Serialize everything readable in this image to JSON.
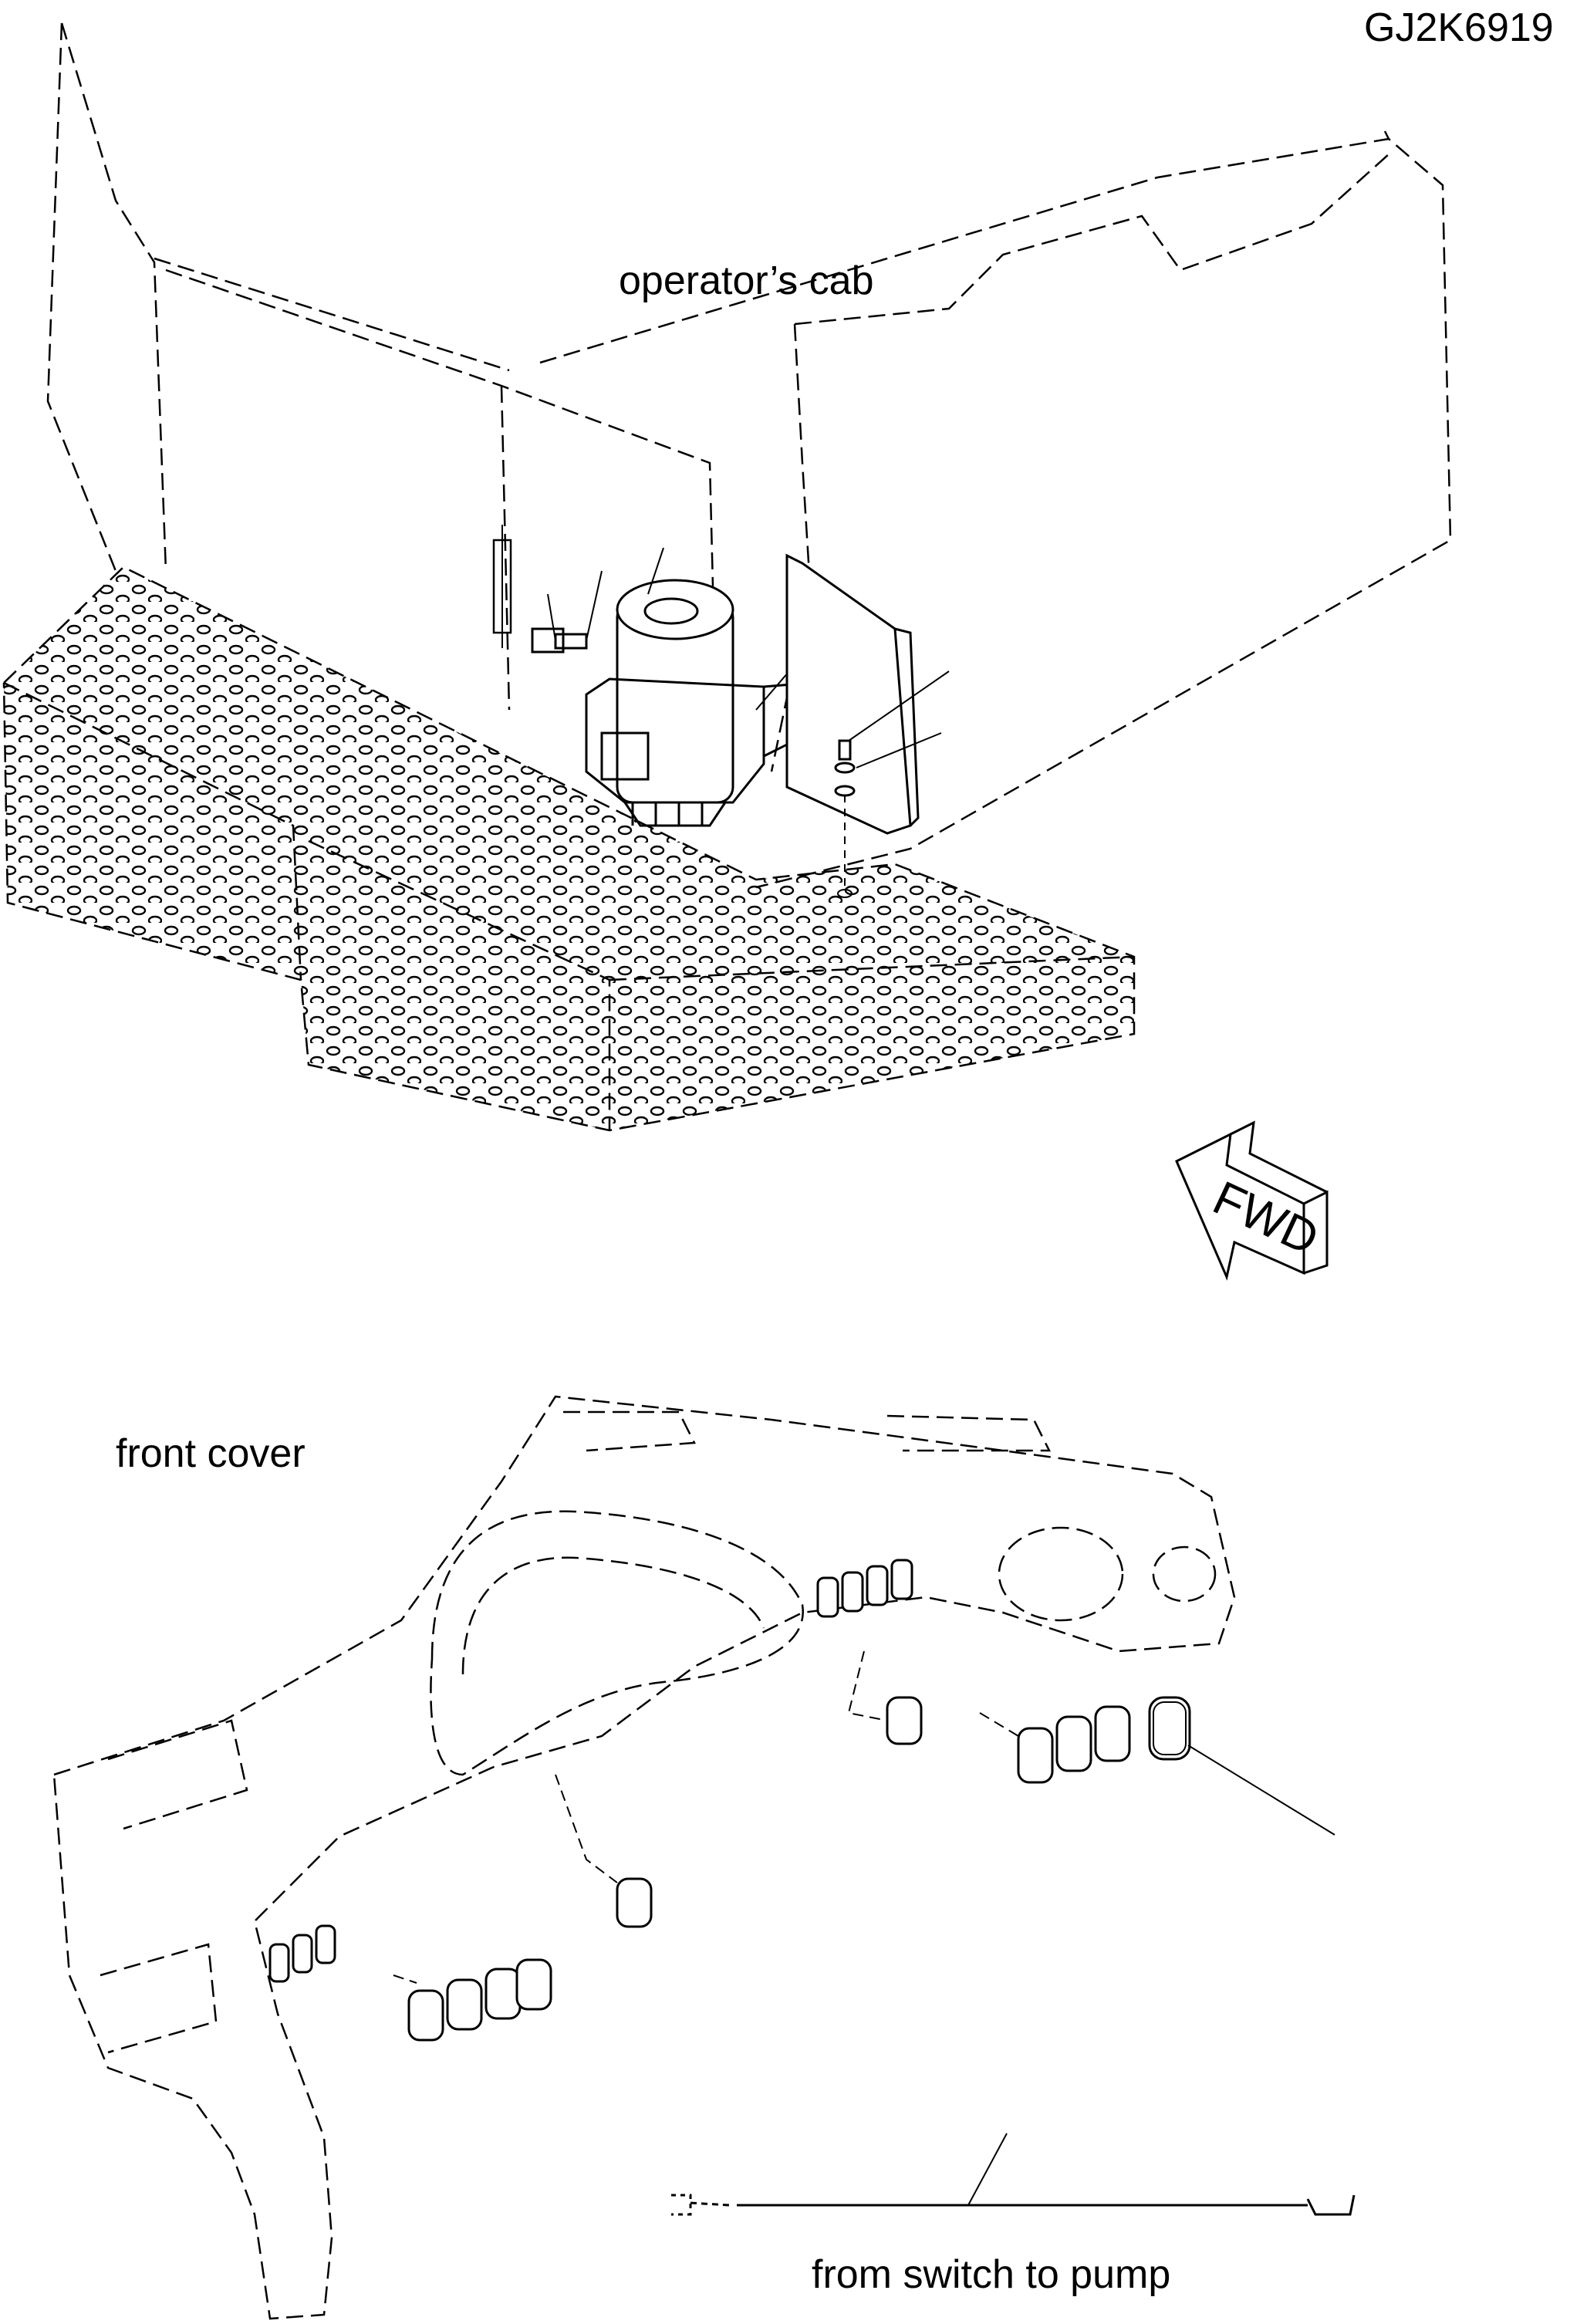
{
  "labels": {
    "drawing_id": "GJ2K6919",
    "operators_cab": "operator’s cab",
    "front_cover": "front cover",
    "wire_route": "from switch to pump",
    "direction": "FWD"
  }
}
